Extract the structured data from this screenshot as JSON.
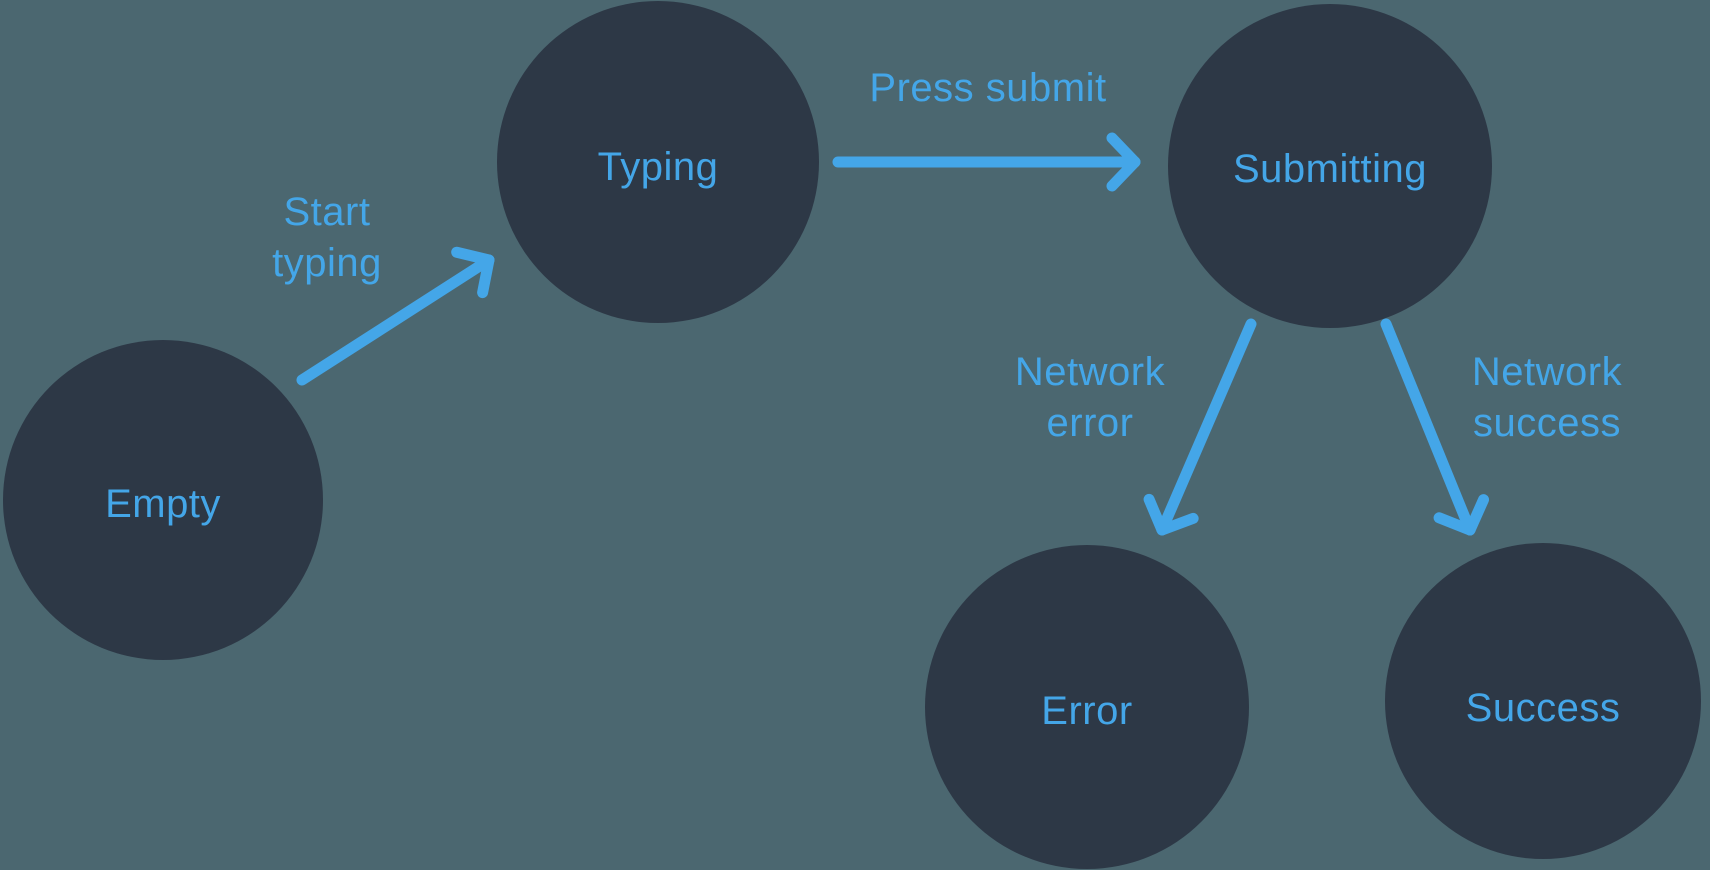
{
  "diagram": {
    "type": "state-machine",
    "background_color": "#4B6770",
    "node_color": "#2D3846",
    "accent_color": "#44A6E8",
    "nodes": [
      {
        "id": "empty",
        "label": "Empty"
      },
      {
        "id": "typing",
        "label": "Typing"
      },
      {
        "id": "submitting",
        "label": "Submitting"
      },
      {
        "id": "error",
        "label": "Error"
      },
      {
        "id": "success",
        "label": "Success"
      }
    ],
    "edges": [
      {
        "from": "empty",
        "to": "typing",
        "label": "Start typing",
        "label_lines": [
          "Start",
          "typing"
        ]
      },
      {
        "from": "typing",
        "to": "submitting",
        "label": "Press submit",
        "label_lines": [
          "Press submit"
        ]
      },
      {
        "from": "submitting",
        "to": "error",
        "label": "Network error",
        "label_lines": [
          "Network",
          "error"
        ]
      },
      {
        "from": "submitting",
        "to": "success",
        "label": "Network success",
        "label_lines": [
          "Network",
          "success"
        ]
      }
    ]
  }
}
